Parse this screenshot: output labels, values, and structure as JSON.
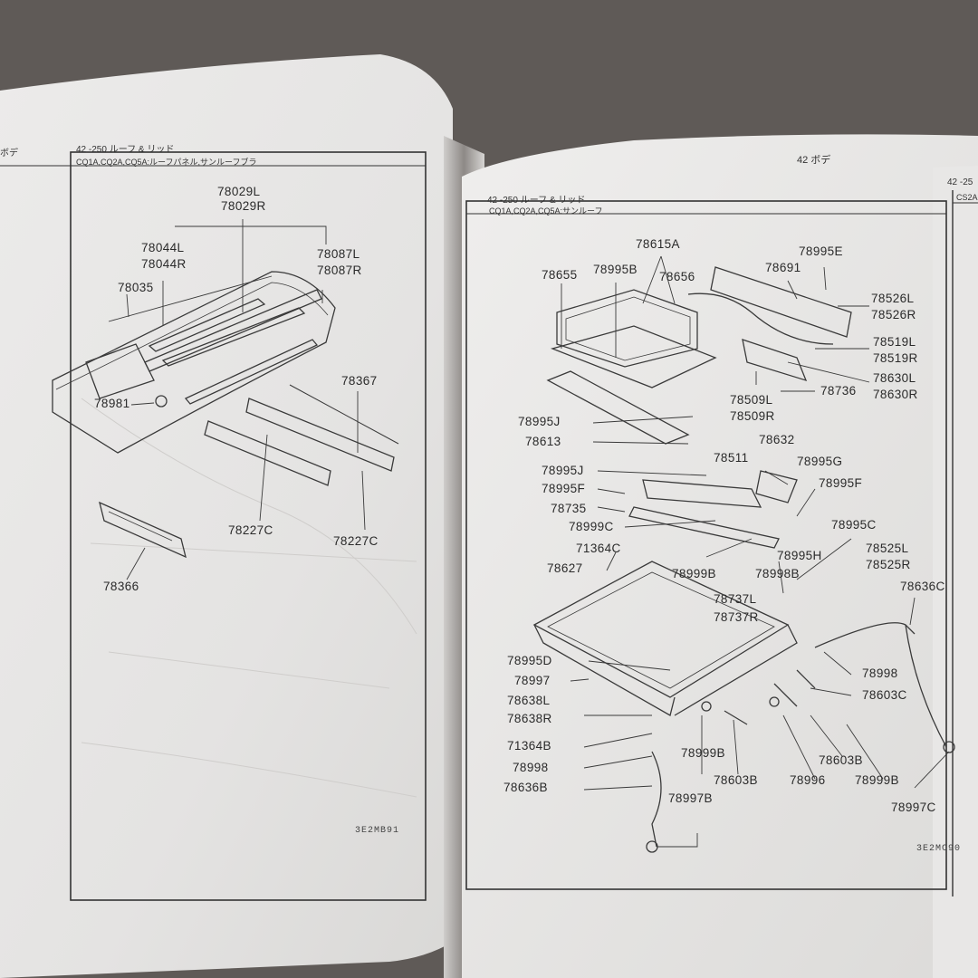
{
  "left_page": {
    "page_header": "ボデ",
    "section_header": "42 -250 ルーフ & リッド",
    "model_line": "CQ1A,CQ2A,CQ5A:ルーフパネル,サンルーフブラ",
    "code": "3E2MB91",
    "parts": [
      "78029L",
      "78029R",
      "78044L",
      "78044R",
      "78087L",
      "78087R",
      "78035",
      "78367",
      "78981",
      "78227C",
      "78227C",
      "78366"
    ]
  },
  "right_page": {
    "page_header": "42 ボデ",
    "section_header": "42 -250 ルーフ & リッド",
    "model_line": "CQ1A,CQ2A,CQ5A:サンルーフ",
    "code": "3E2MC90",
    "parts": [
      "78615A",
      "78995E",
      "78655",
      "78995B",
      "78656",
      "78691",
      "78526L",
      "78526R",
      "78519L",
      "78519R",
      "78630L",
      "78509L",
      "78736",
      "78630R",
      "78509R",
      "78995J",
      "78613",
      "78632",
      "78995J",
      "78511",
      "78995G",
      "78995F",
      "78995F",
      "78735",
      "78999C",
      "78995C",
      "71364C",
      "78525L",
      "78995H",
      "78525R",
      "78627",
      "78999B",
      "78998B",
      "78636C",
      "78737L",
      "78737R",
      "78995D",
      "78998",
      "78997",
      "78603C",
      "78638L",
      "78638R",
      "71364B",
      "78999B",
      "78603B",
      "78998",
      "78996",
      "78999B",
      "78636B",
      "78603B",
      "78997B",
      "78997C"
    ]
  },
  "next_page": {
    "section_header": "42 -25",
    "model_line": "CS2A"
  }
}
